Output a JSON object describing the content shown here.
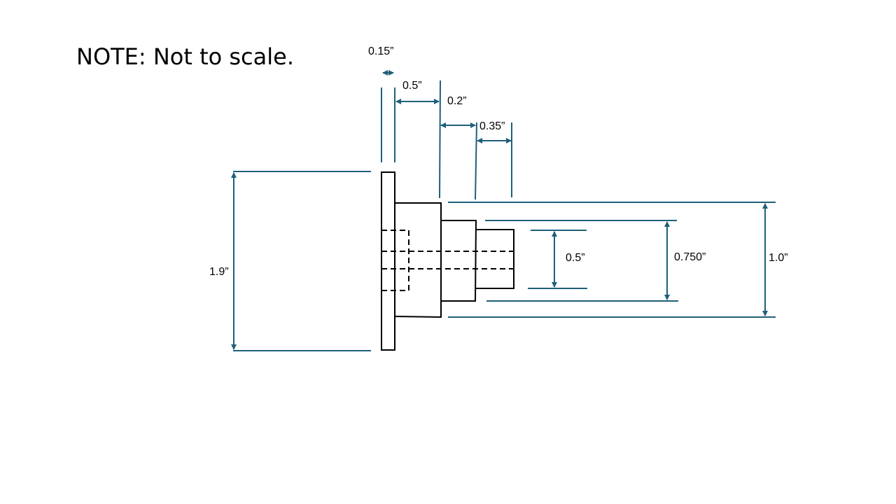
{
  "note": "NOTE: Not to scale.",
  "dimensions": {
    "flange_thickness": "0.15”",
    "step1_length": "0.5”",
    "step2_length": "0.2”",
    "step3_length": "0.35”",
    "flange_height": "1.9”",
    "hole_diameter": "0.5”",
    "step2_diameter": "0.750”",
    "step1_diameter": "1.0”"
  },
  "colors": {
    "part_line": "#000000",
    "dimension_line": "#1f5f7a"
  }
}
